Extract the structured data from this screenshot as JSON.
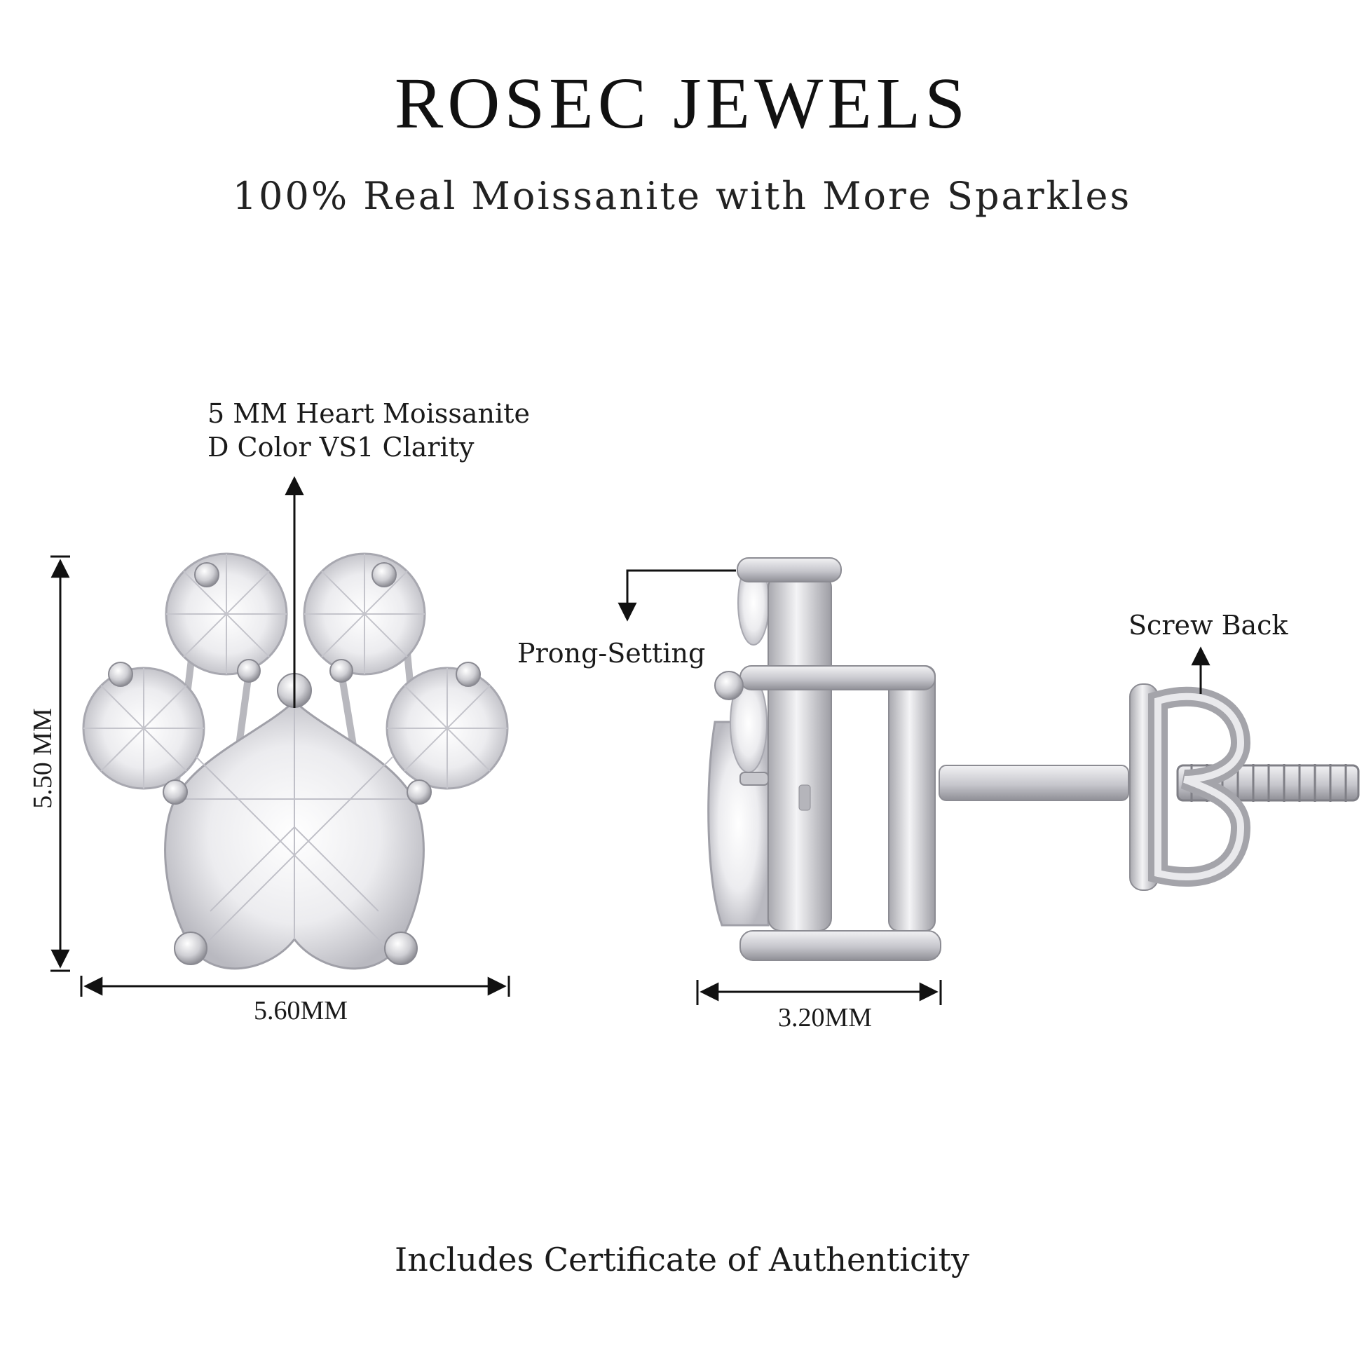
{
  "header": {
    "brand": "ROSEC JEWELS",
    "tagline": "100% Real Moissanite with More Sparkles"
  },
  "front_view": {
    "stone_label_line1": "5 MM Heart Moissanite",
    "stone_label_line2": "D Color VS1 Clarity",
    "height_dimension": "5.50 MM",
    "width_dimension": "5.60MM"
  },
  "side_view": {
    "prong_label": "Prong-Setting",
    "screw_label": "Screw Back",
    "width_dimension": "3.20MM"
  },
  "footer": {
    "note": "Includes Certificate of Authenticity"
  },
  "colors": {
    "metal": "#d9d9dc",
    "metal_shadow": "#9a9aa0",
    "stone": "#f2f2f4",
    "ink": "#111111"
  }
}
